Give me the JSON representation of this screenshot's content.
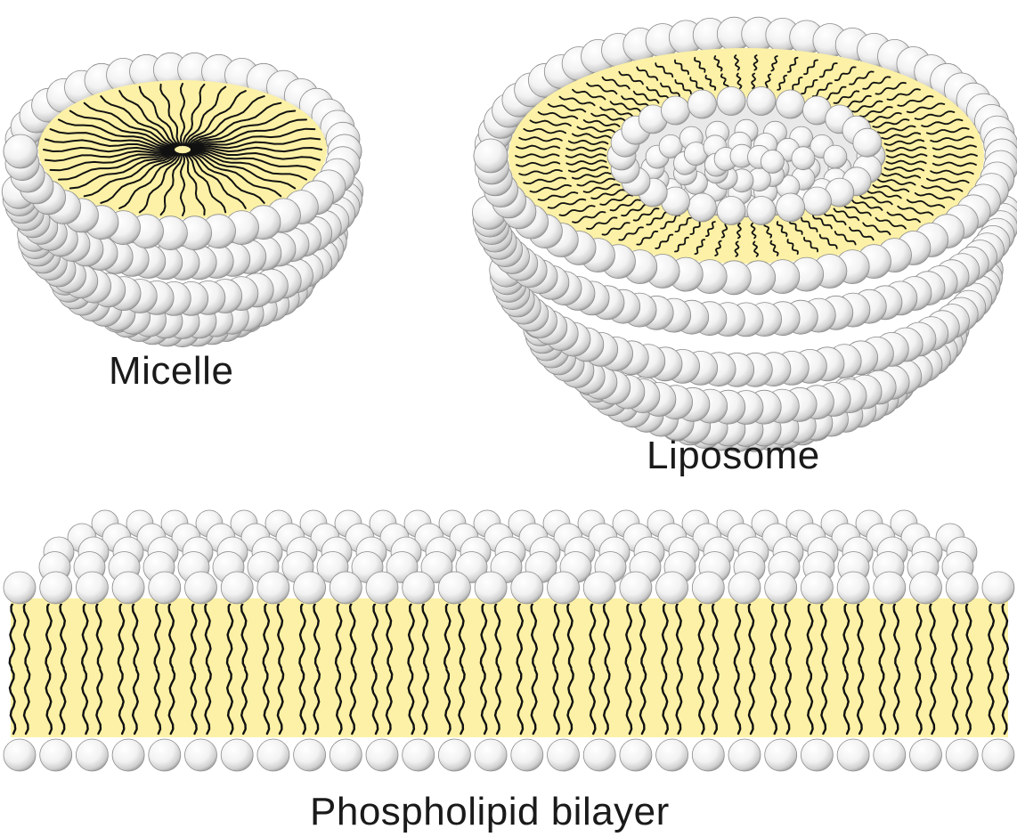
{
  "labels": {
    "micelle": "Micelle",
    "liposome": "Liposome",
    "bilayer": "Phospholipid bilayer"
  },
  "colors": {
    "background": "#ffffff",
    "hydrophobic_core": "#fcf1a6",
    "head_light": "#ffffff",
    "head_shadow": "#9a9a9a",
    "tail": "#111111"
  }
}
